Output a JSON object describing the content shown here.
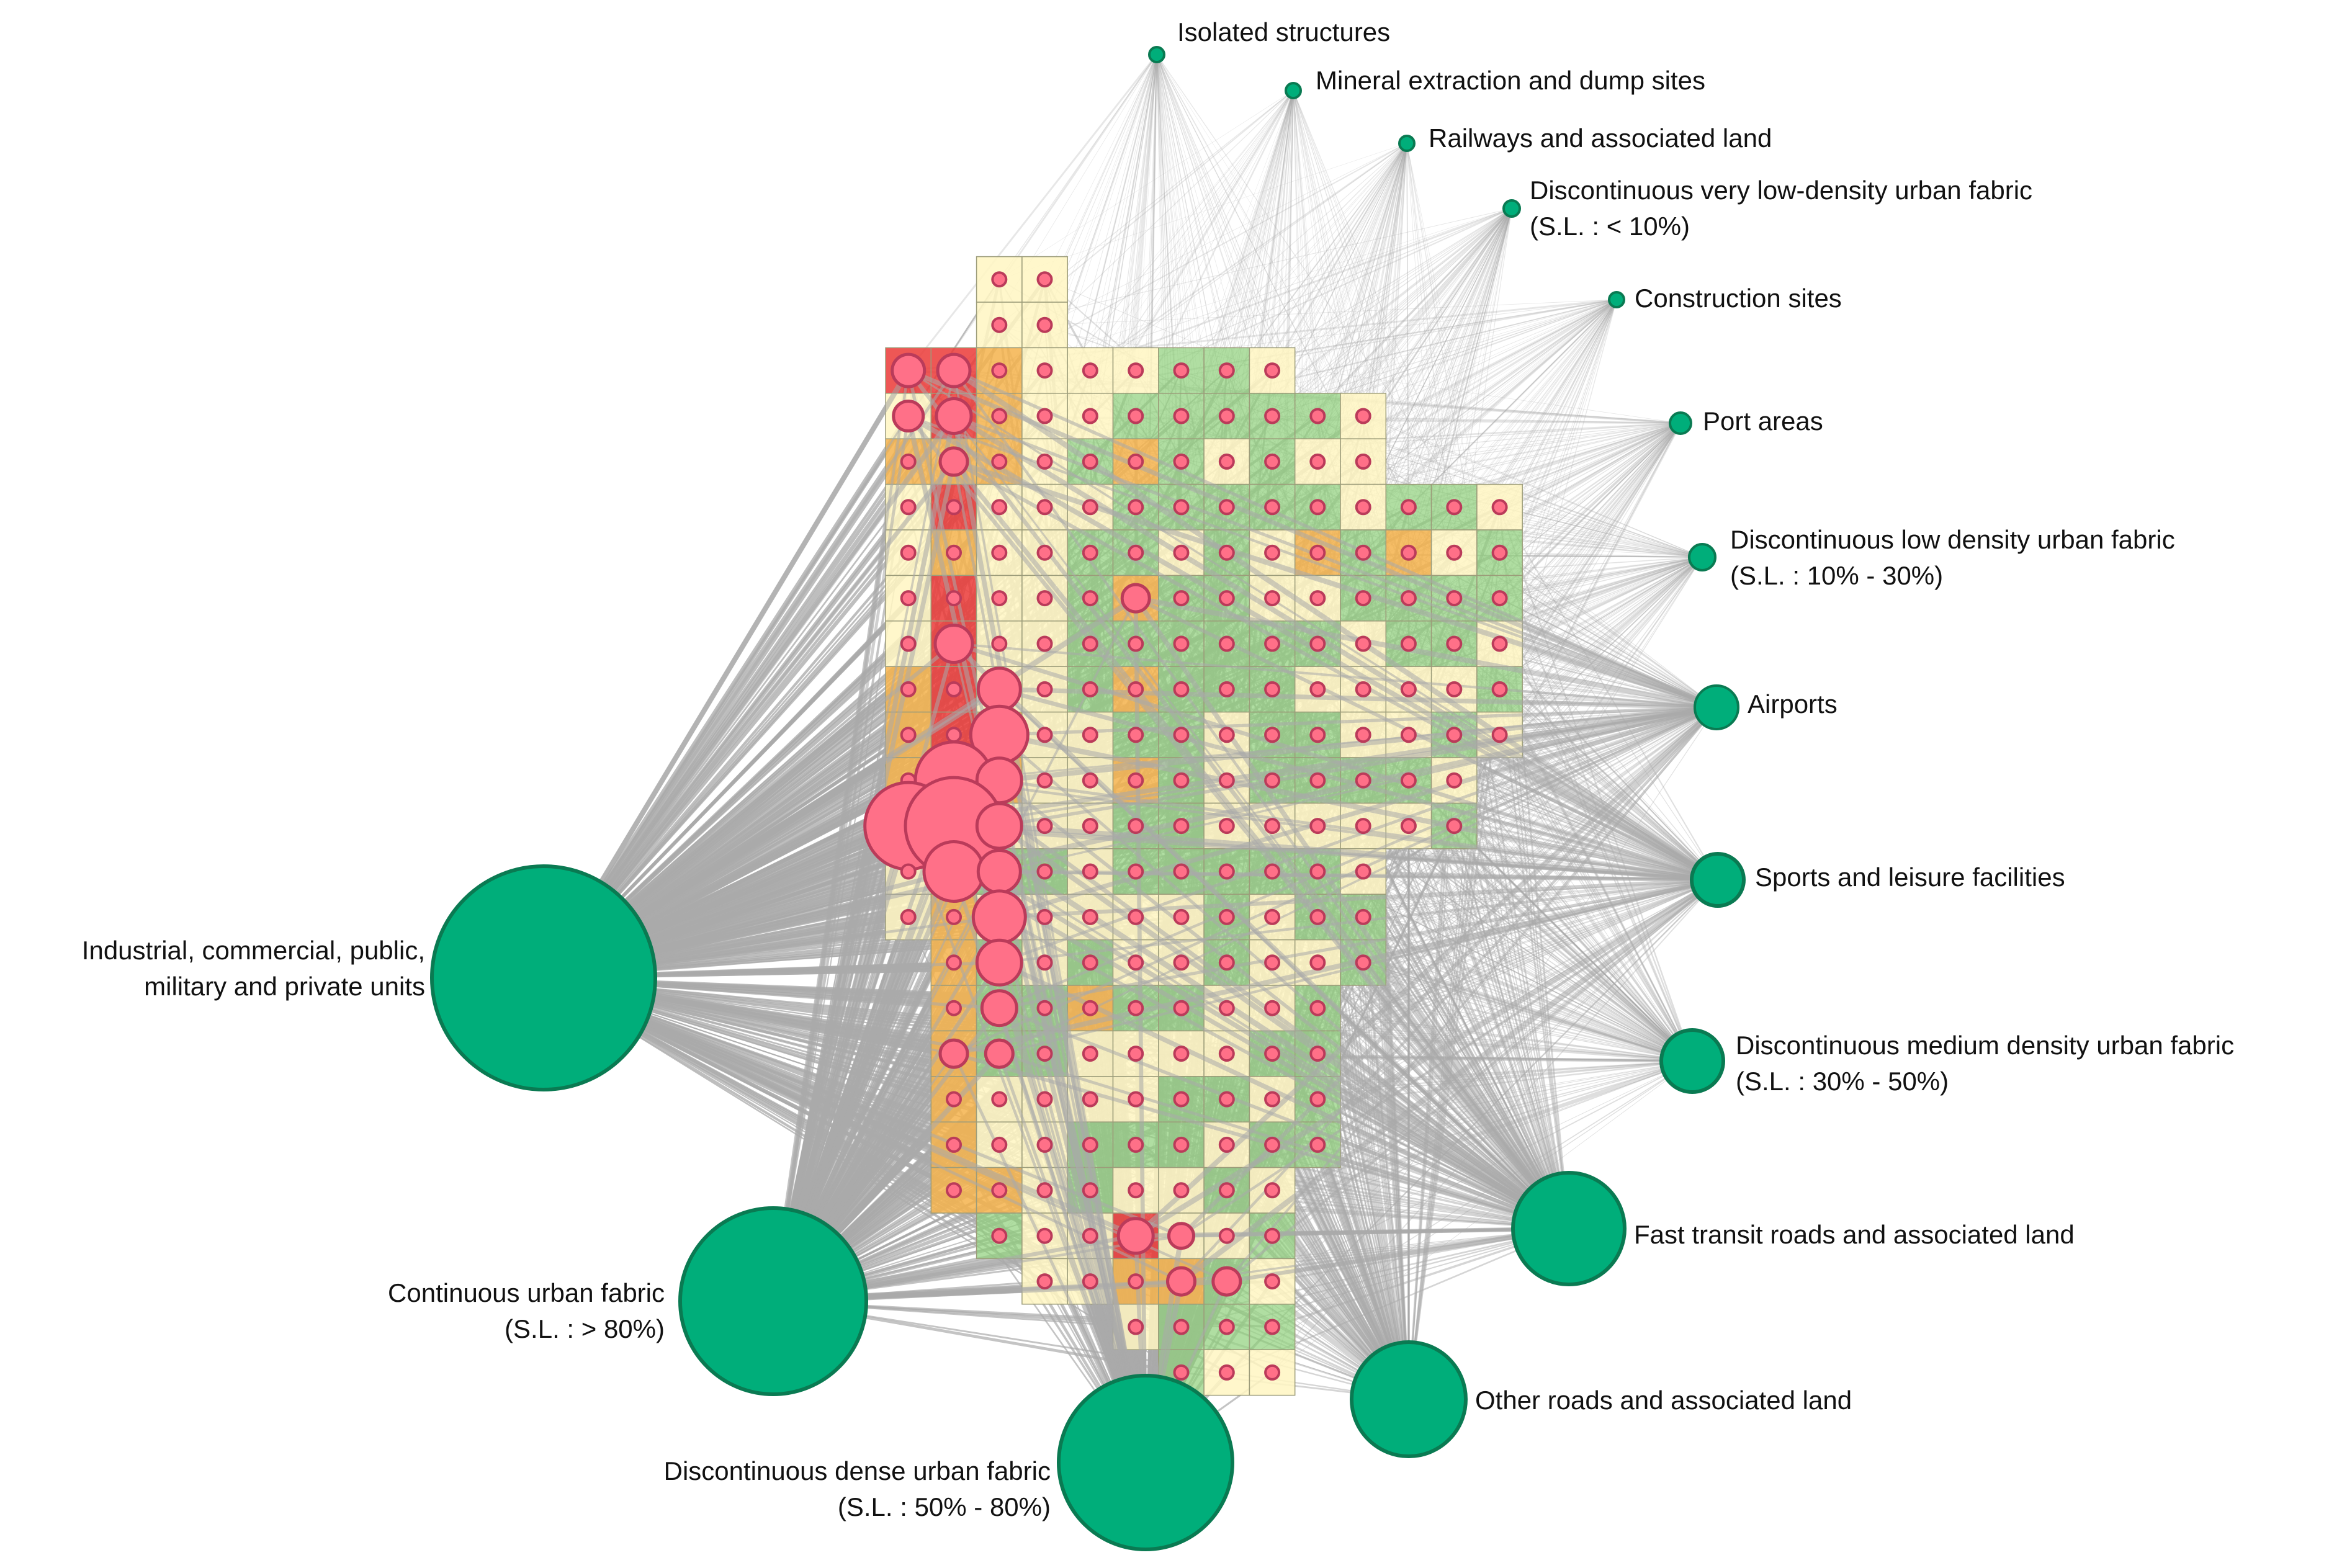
{
  "colors": {
    "category_node_fill": "#00AE7A",
    "category_node_stroke": "#0A7A52",
    "cell_node_fill": "#FF7088",
    "cell_node_stroke": "#BA3B5A",
    "edge": "#AAAAAA",
    "cell_low": "#FFF6C2",
    "cell_green": "#8FD07A",
    "cell_mid": "#F5B34C",
    "cell_high": "#EB3A37"
  },
  "category_nodes": [
    {
      "id": "isolated",
      "label": "Isolated structures",
      "label2": ""
    },
    {
      "id": "mineral",
      "label": "Mineral extraction and dump sites",
      "label2": ""
    },
    {
      "id": "railways",
      "label": "Railways and associated land",
      "label2": ""
    },
    {
      "id": "very-low",
      "label": "Discontinuous very low-density urban fabric",
      "label2": "(S.L. : < 10%)"
    },
    {
      "id": "construction",
      "label": "Construction sites",
      "label2": ""
    },
    {
      "id": "port",
      "label": "Port areas",
      "label2": ""
    },
    {
      "id": "low",
      "label": "Discontinuous low density urban fabric",
      "label2": "(S.L. : 10% - 30%)"
    },
    {
      "id": "airports",
      "label": "Airports",
      "label2": ""
    },
    {
      "id": "sports",
      "label": "Sports and leisure facilities",
      "label2": ""
    },
    {
      "id": "medium",
      "label": "Discontinuous medium density urban fabric",
      "label2": "(S.L. : 30% - 50%)"
    },
    {
      "id": "fast-transit",
      "label": "Fast transit roads and associated land",
      "label2": ""
    },
    {
      "id": "other-roads",
      "label": "Other roads and associated land",
      "label2": ""
    },
    {
      "id": "dense",
      "label": "Discontinuous dense urban fabric",
      "label2": "(S.L. : 50% -  80%)"
    },
    {
      "id": "continuous",
      "label": "Continuous urban fabric",
      "label2": "(S.L. : > 80%)"
    },
    {
      "id": "industrial",
      "label": "Industrial, commercial, public,",
      "label2": "military and private units"
    }
  ]
}
